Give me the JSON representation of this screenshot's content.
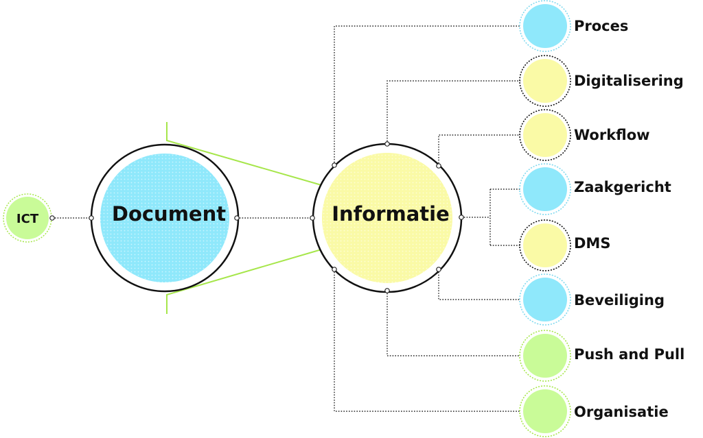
{
  "colors": {
    "blue": "#8fe8fb",
    "yellow": "#fafaa6",
    "green": "#c9fb98",
    "accent_line": "#a6e64a",
    "outline": "#111111"
  },
  "left": {
    "label": "ICT"
  },
  "document": {
    "label": "Document"
  },
  "informatie": {
    "label": "Informatie"
  },
  "topics": [
    {
      "label": "Proces",
      "color": "blue"
    },
    {
      "label": "Digitalisering",
      "color": "yellow"
    },
    {
      "label": "Workflow",
      "color": "yellow"
    },
    {
      "label": "Zaakgericht",
      "color": "blue"
    },
    {
      "label": "DMS",
      "color": "yellow"
    },
    {
      "label": "Beveiliging",
      "color": "blue"
    },
    {
      "label": "Push and Pull",
      "color": "green"
    },
    {
      "label": "Organisatie",
      "color": "green"
    }
  ]
}
